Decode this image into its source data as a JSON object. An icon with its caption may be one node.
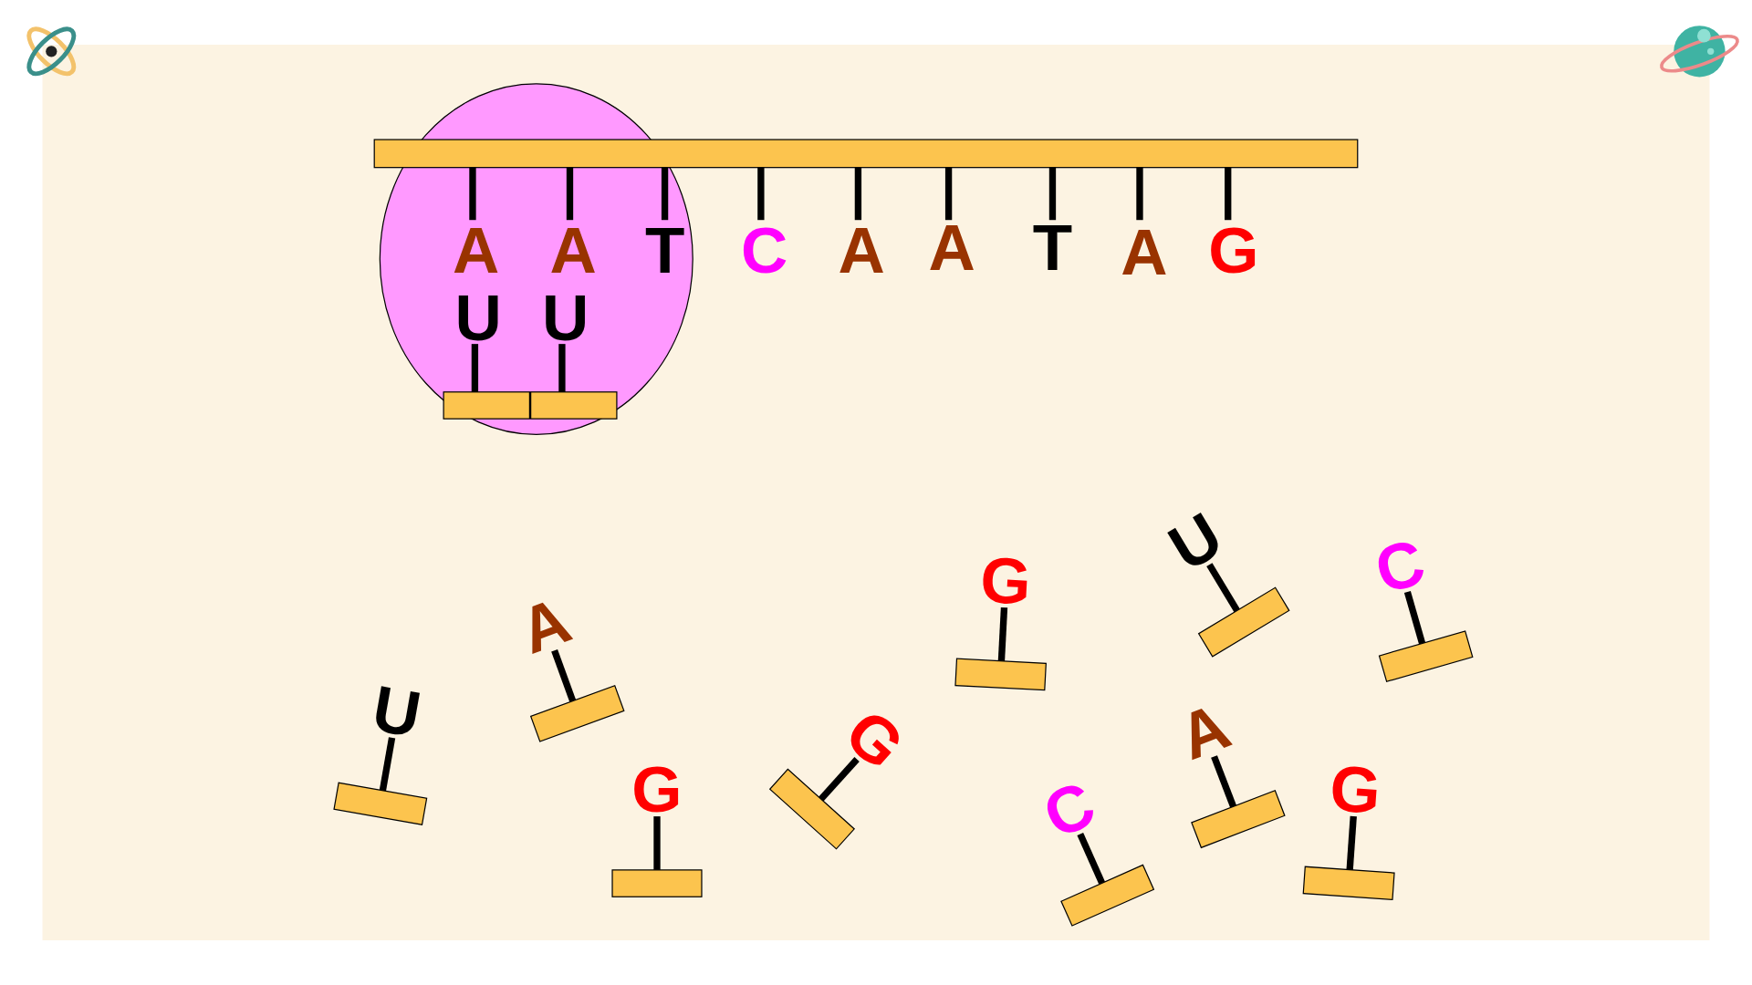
{
  "diagram": {
    "labels": [
      "A",
      "A",
      "T",
      "C",
      "A",
      "A",
      "T",
      "A",
      "G",
      "U",
      "U",
      "G",
      "U",
      "C",
      "U",
      "A",
      "G",
      "A",
      "G",
      "C",
      "G"
    ]
  }
}
